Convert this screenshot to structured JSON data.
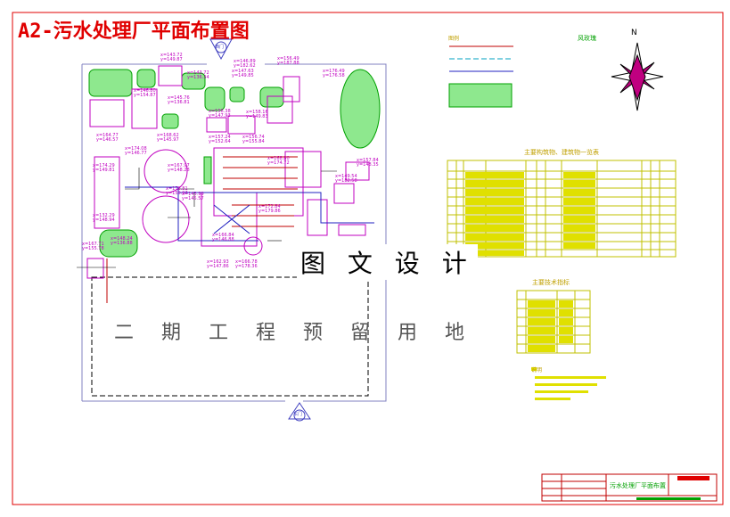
{
  "drawing": {
    "title": "A2-污水处理厂平面布置图",
    "watermark": "图 文 设 计",
    "reserve_label": "二 期 工 程 预 留 用 地",
    "north_label": "N",
    "wind_rose_label": "风玫瑰",
    "gate_top": "西门",
    "gate_bottom": "东门",
    "legend_title": "图例",
    "equipment_table_title": "主要构筑物、建筑物一览表",
    "tech_table_title": "主要技术指标",
    "notes_title": "说明",
    "title_block_name": "污水处理厂平面布置"
  },
  "coordinates": [
    {
      "text": "x=143.72\ny=149.87"
    },
    {
      "text": "x=146.89\ny=182.62"
    },
    {
      "text": "x=156.49\ny=187.88"
    },
    {
      "text": "x=143.72\ny=136.34"
    },
    {
      "text": "x=147.63\ny=149.85"
    },
    {
      "text": "x=145.76\ny=136.81"
    },
    {
      "text": "x=146.80\ny=154.87"
    },
    {
      "text": "x=176.49\ny=176.58"
    },
    {
      "text": "x=156.38\ny=147.93"
    },
    {
      "text": "x=157.24\ny=152.64"
    },
    {
      "text": "x=158.16\ny=149.83"
    },
    {
      "text": "x=156.74\ny=155.84"
    },
    {
      "text": "x=168.62\ny=145.97"
    },
    {
      "text": "x=164.77\ny=146.57"
    },
    {
      "text": "x=174.08\ny=146.77"
    },
    {
      "text": "x=174.29\ny=149.81"
    },
    {
      "text": "x=167.97\ny=148.28"
    },
    {
      "text": "x=168.80\ny=174.72"
    },
    {
      "text": "x=178.81\ny=150.97"
    },
    {
      "text": "x=143.99\ny=145.57"
    },
    {
      "text": "x=132.29\ny=148.94"
    },
    {
      "text": "x=172.84\ny=179.86"
    },
    {
      "text": "x=166.84\ny=146.88"
    },
    {
      "text": "x=162.93\ny=147.86"
    },
    {
      "text": "x=166.78\ny=178.36"
    },
    {
      "text": "x=167.71\ny=155.78"
    },
    {
      "text": "x=148.24\ny=136.88"
    },
    {
      "text": "x=149.54\ny=182.58"
    },
    {
      "text": "x=157.84\ny=148.35"
    }
  ]
}
